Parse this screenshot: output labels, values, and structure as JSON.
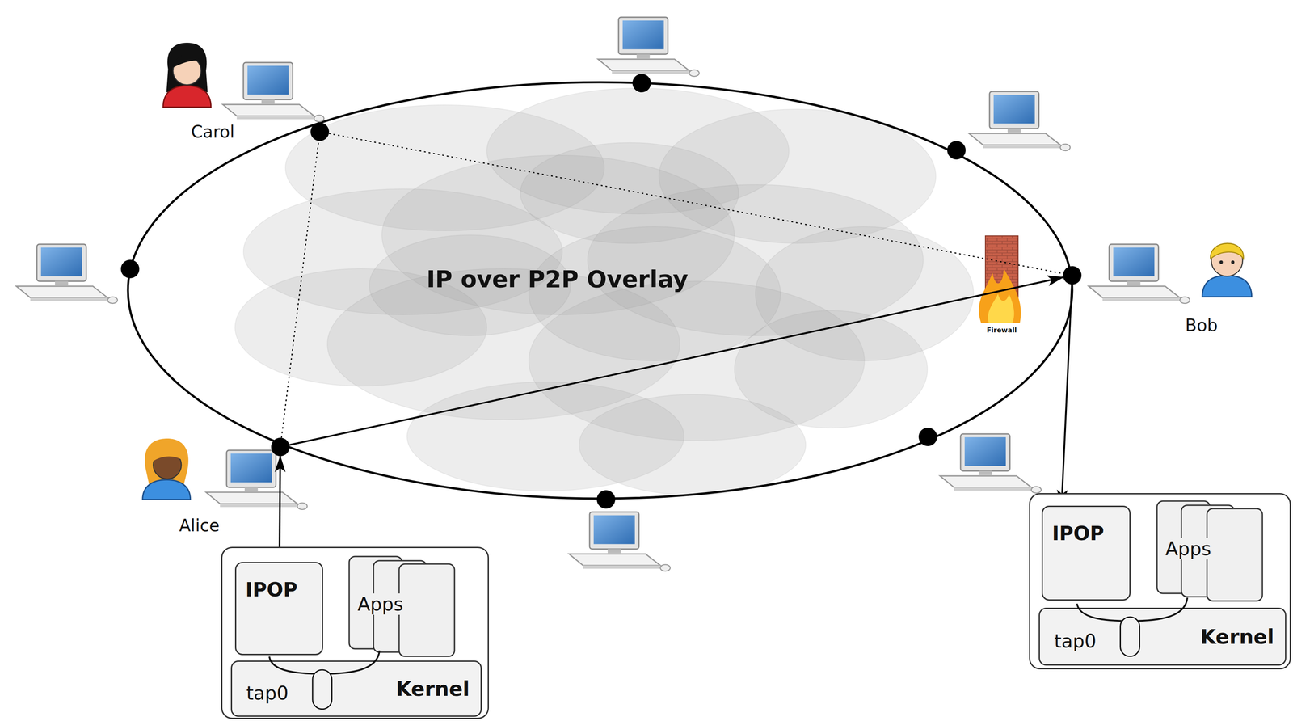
{
  "diagram": {
    "nodes": [
      {
        "text": [
          "Carol"
        ]
      },
      {
        "text": [
          "Bob"
        ]
      },
      {
        "text": [
          "Alice"
        ]
      },
      {
        "text": []
      },
      {
        "text": [
          "IPOP"
        ],
        "in": 3
      },
      {
        "text": [
          "Apps"
        ],
        "in": 3
      },
      {
        "text": [
          "tap0",
          "Kernel"
        ],
        "in": 3
      },
      {
        "text": []
      },
      {
        "text": [
          "IPOP"
        ],
        "in": 7
      },
      {
        "text": [
          "Apps"
        ],
        "in": 7
      },
      {
        "text": [
          "tap0",
          "Kernel"
        ],
        "in": 7
      }
    ],
    "edges": [
      {
        "from": 4,
        "to": 2,
        "arrow": "to"
      },
      {
        "from": 2,
        "to": 1,
        "arrow": "to"
      },
      {
        "from": 1,
        "to": 8,
        "arrow": "to"
      },
      {
        "from": 2,
        "to": 0,
        "arrow": "none"
      },
      {
        "from": 0,
        "to": 1,
        "arrow": "none"
      }
    ],
    "labels": [
      "IP over P2P Overlay",
      "Firewall"
    ]
  }
}
